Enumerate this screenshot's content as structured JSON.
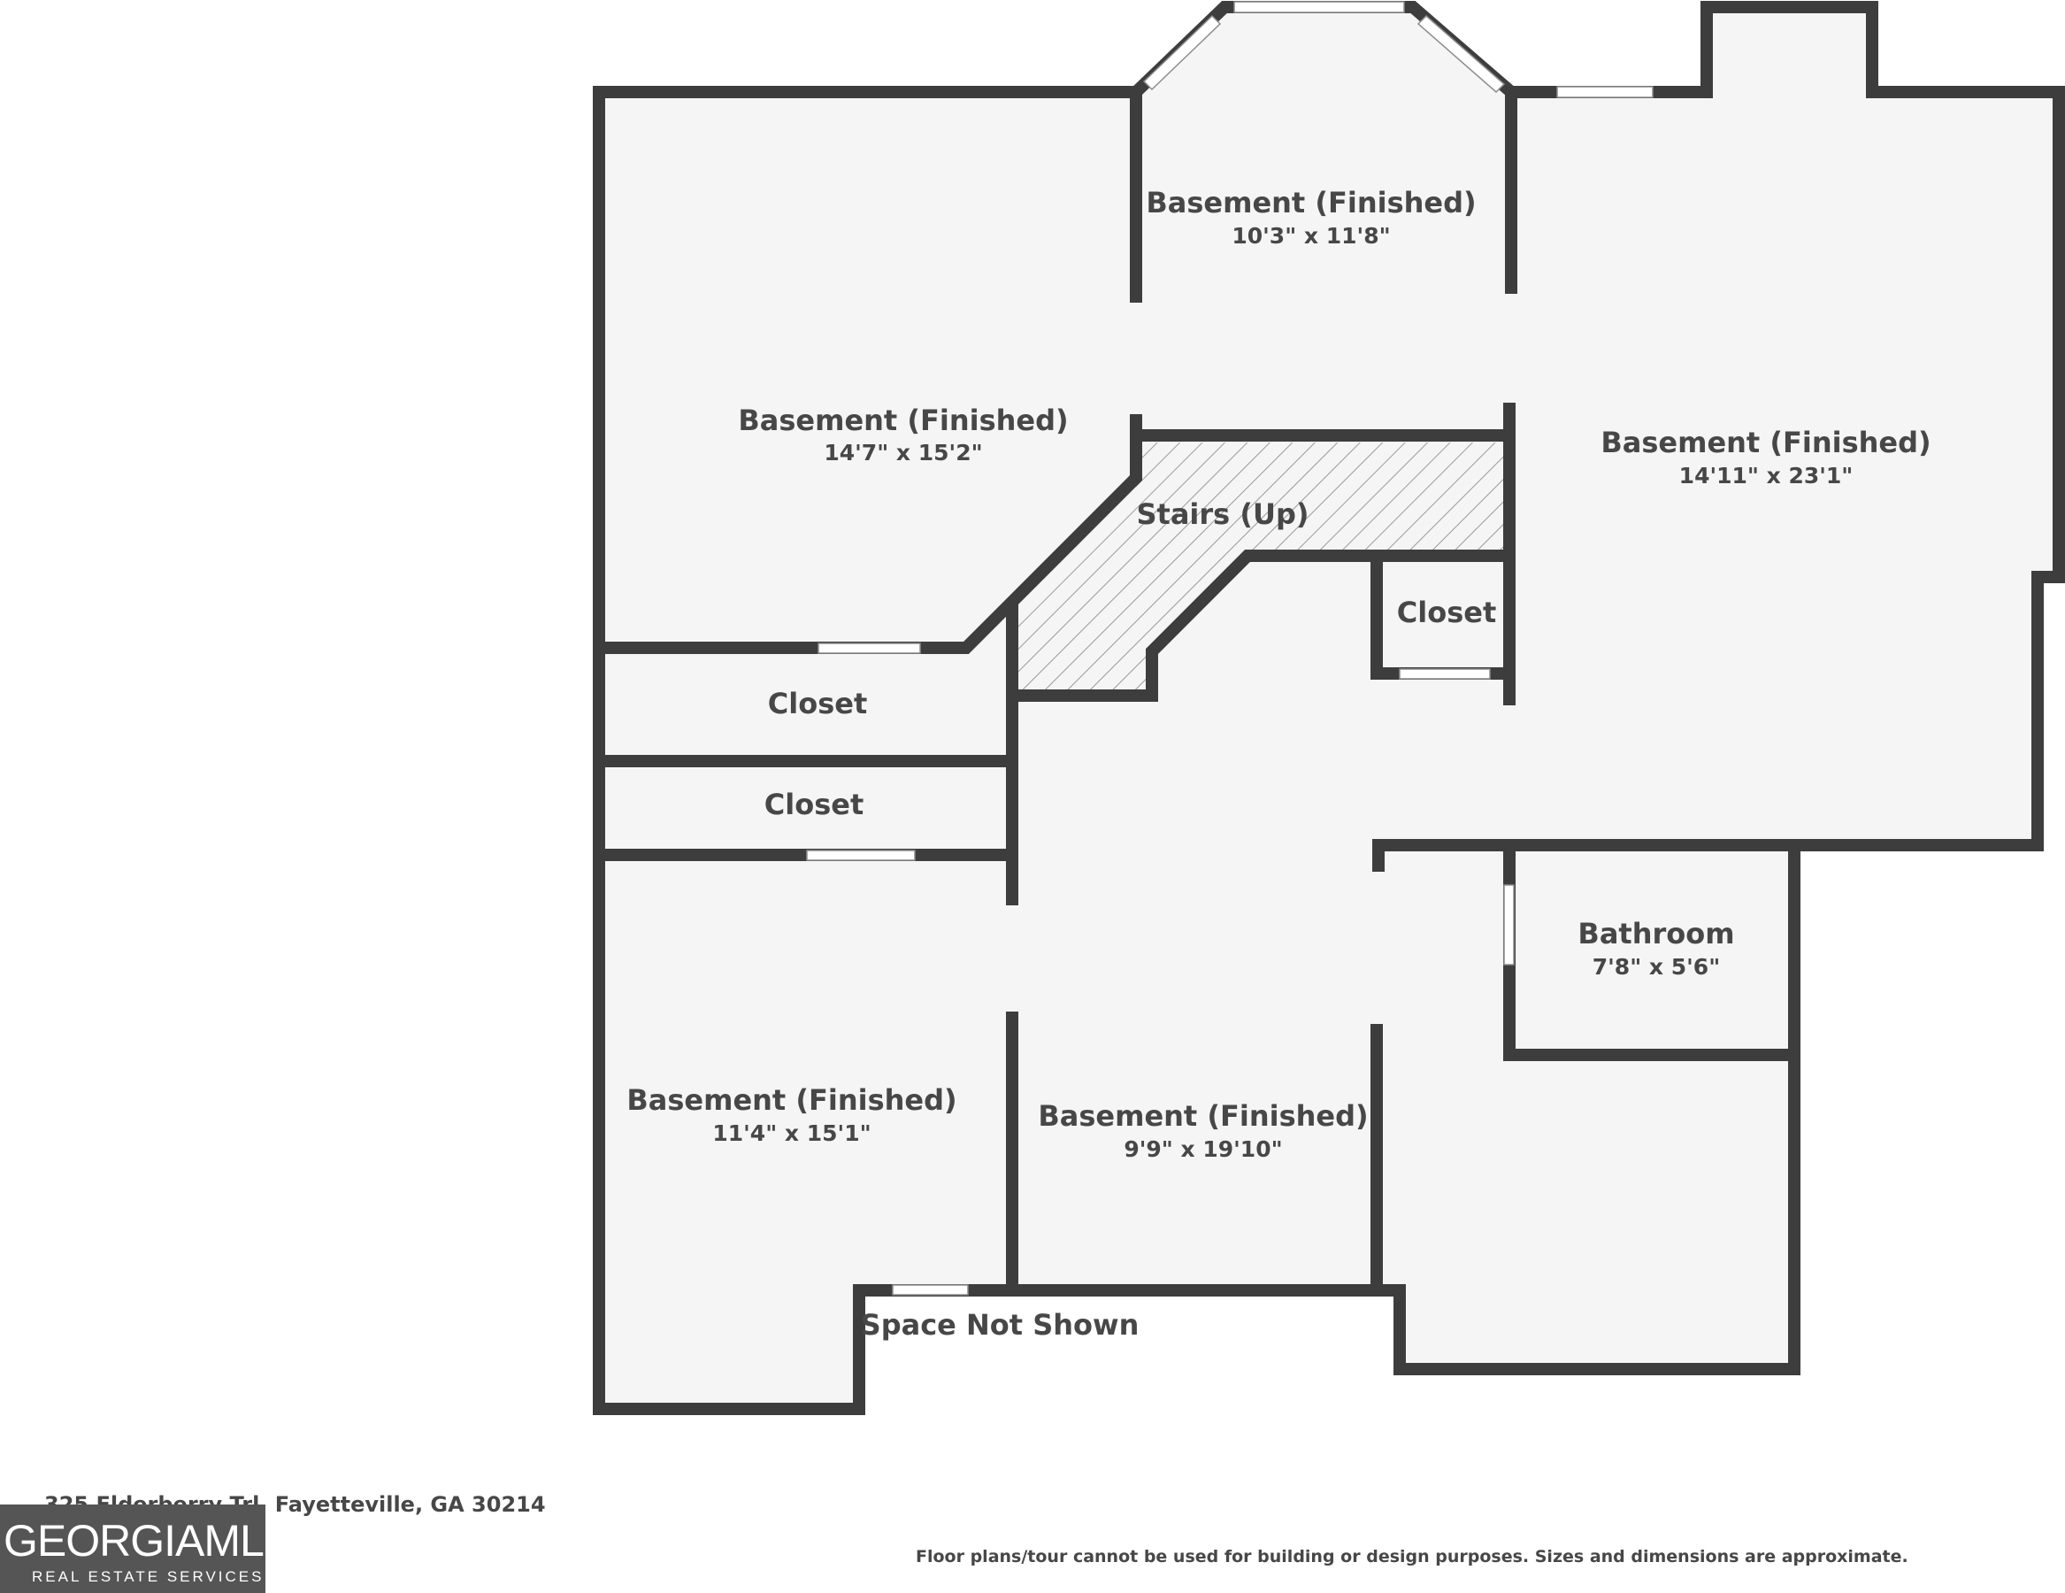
{
  "rooms": {
    "basement_top_center": {
      "name": "Basement (Finished)",
      "dims": "10'3\" x 11'8\""
    },
    "basement_left": {
      "name": "Basement (Finished)",
      "dims": "14'7\" x 15'2\""
    },
    "basement_right": {
      "name": "Basement (Finished)",
      "dims": "14'11\" x 23'1\""
    },
    "stairs": {
      "name": "Stairs (Up)"
    },
    "closet_upper_left": {
      "name": "Closet"
    },
    "closet_lower_left": {
      "name": "Closet"
    },
    "closet_right": {
      "name": "Closet"
    },
    "bathroom": {
      "name": "Bathroom",
      "dims": "7'8\" x 5'6\""
    },
    "basement_bottom_left": {
      "name": "Basement (Finished)",
      "dims": "11'4\" x 15'1\""
    },
    "basement_bottom_center": {
      "name": "Basement (Finished)",
      "dims": "9'9\" x 19'10\""
    },
    "space_not_shown": {
      "name": "Space Not Shown"
    }
  },
  "footer": {
    "address": "325 Elderberry Trl, Fayetteville, GA 30214",
    "disclaimer": "Floor plans/tour cannot be used for building or design purposes. Sizes and dimensions are approximate.",
    "logo_main": "GEORGIAMLS",
    "logo_sub": "REAL ESTATE SERVICES"
  },
  "colors": {
    "wall": "#3d3d3d",
    "floor": "#f5f5f5",
    "text": "#474747",
    "logo_bg": "#555555"
  }
}
